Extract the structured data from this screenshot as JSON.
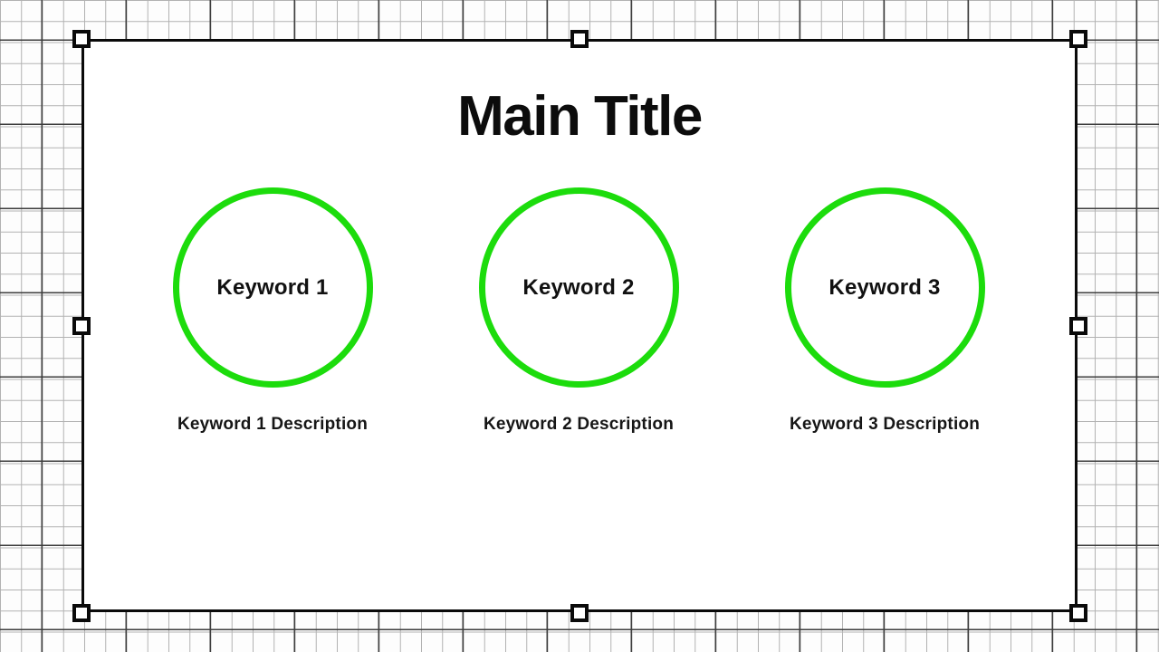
{
  "slide": {
    "title": "Main Title",
    "items": [
      {
        "keyword": "Keyword 1",
        "description": "Keyword 1 Description"
      },
      {
        "keyword": "Keyword 2",
        "description": "Keyword 2 Description"
      },
      {
        "keyword": "Keyword 3",
        "description": "Keyword 3 Description"
      }
    ],
    "colors": {
      "circle_stroke": "#1cdc0c",
      "text": "#0c0c0c",
      "selection_border": "#0a0a0a",
      "slide_background": "#ffffff",
      "grid_minor": "#b2b2b2",
      "grid_major": "#3d3d3d"
    }
  }
}
